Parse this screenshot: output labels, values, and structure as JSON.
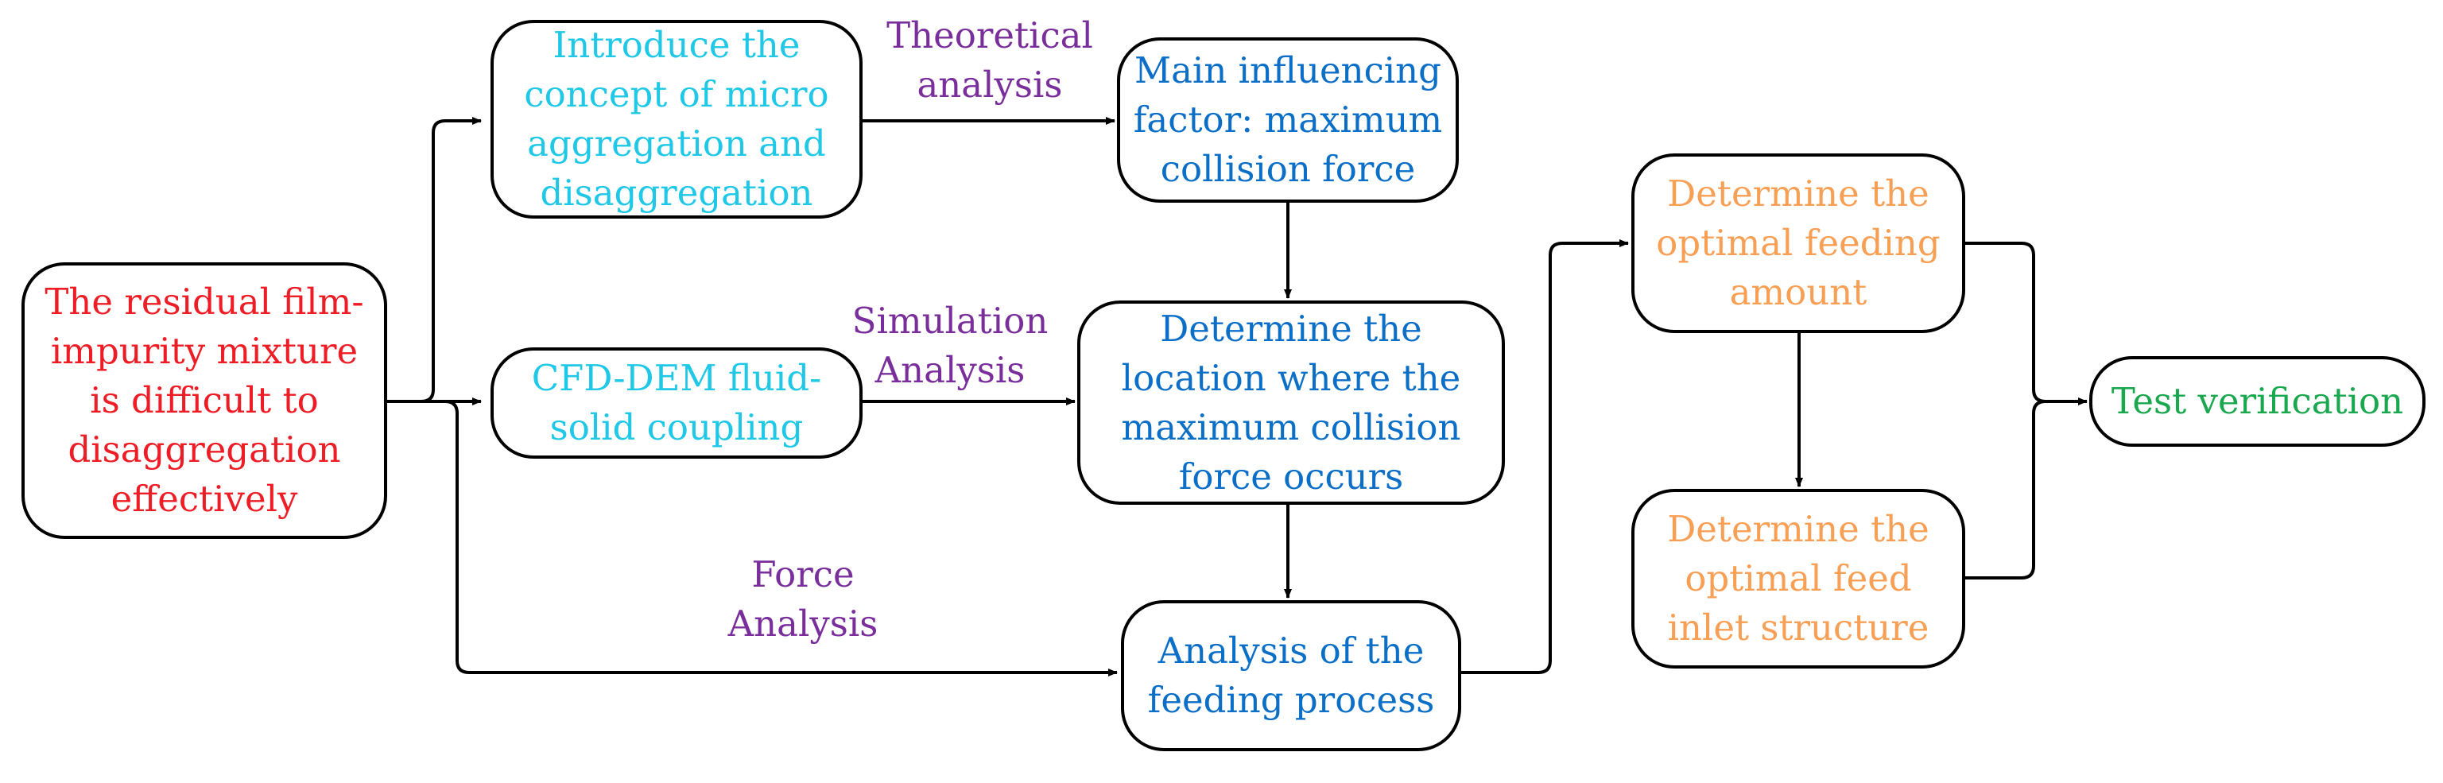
{
  "colors": {
    "red": "#ee1c25",
    "cyan": "#1ec8e6",
    "blue": "#0b6fc7",
    "purple": "#7a2e9b",
    "orange": "#f7a055",
    "green": "#1aa84f",
    "line": "#000000"
  },
  "nodes": {
    "problem": "The residual film-\nimpurity mixture\nis difficult to\ndisaggregation\neffectively",
    "micro": "Introduce the\nconcept of micro\naggregation and\ndisaggregation",
    "cfd": "CFD-DEM fluid-\nsolid coupling",
    "factor": "Main influencing\nfactor: maximum\ncollision force",
    "location": "Determine the\nlocation where the\nmaximum collision\nforce occurs",
    "feeding": "Analysis of the\nfeeding process",
    "amount": "Determine the\noptimal feeding\namount",
    "inlet": "Determine the\noptimal feed\ninlet structure",
    "test": "Test verification"
  },
  "edge_labels": {
    "theoretical": "Theoretical\nanalysis",
    "simulation": "Simulation\nAnalysis",
    "force": "Force\nAnalysis"
  }
}
